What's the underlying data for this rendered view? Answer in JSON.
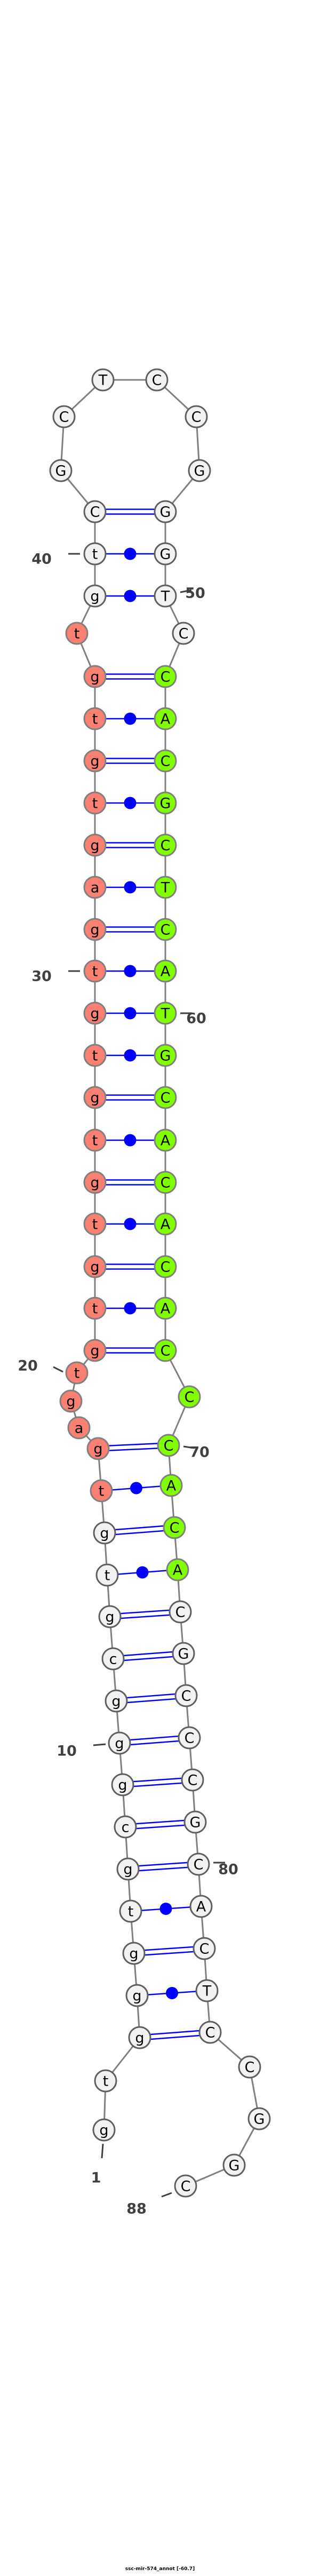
{
  "title": "ssc-mir-574_annot [-60.7]",
  "sequence": [
    "g",
    "t",
    "g",
    "g",
    "g",
    "t",
    "g",
    "c",
    "g",
    "g",
    "g",
    "c",
    "g",
    "t",
    "g",
    "t",
    "g",
    "a",
    "g",
    "t",
    "g",
    "t",
    "g",
    "t",
    "g",
    "t",
    "g",
    "t",
    "g",
    "t",
    "g",
    "a",
    "g",
    "t",
    "g",
    "t",
    "g",
    "t",
    "g",
    "t",
    "C",
    "G",
    "C",
    "T",
    "C",
    "C",
    "G",
    "G",
    "G",
    "T",
    "C",
    "C",
    "A",
    "C",
    "G",
    "C",
    "T",
    "C",
    "A",
    "T",
    "G",
    "C",
    "A",
    "C",
    "A",
    "C",
    "A",
    "C",
    "C",
    "C",
    "A",
    "C",
    "A",
    "C",
    "G",
    "C",
    "C",
    "C",
    "G",
    "C",
    "A",
    "C",
    "T",
    "C",
    "C",
    "G",
    "G",
    "C"
  ],
  "pairs": [
    [
      3,
      84
    ],
    [
      4,
      83
    ],
    [
      5,
      82
    ],
    [
      6,
      81
    ],
    [
      7,
      80
    ],
    [
      8,
      79
    ],
    [
      9,
      78
    ],
    [
      10,
      77
    ],
    [
      11,
      76
    ],
    [
      12,
      75
    ],
    [
      13,
      74
    ],
    [
      14,
      73
    ],
    [
      15,
      72
    ],
    [
      16,
      71
    ],
    [
      17,
      70
    ],
    [
      21,
      68
    ],
    [
      22,
      67
    ],
    [
      23,
      66
    ],
    [
      24,
      65
    ],
    [
      25,
      64
    ],
    [
      26,
      63
    ],
    [
      27,
      62
    ],
    [
      28,
      61
    ],
    [
      29,
      60
    ],
    [
      30,
      59
    ],
    [
      31,
      58
    ],
    [
      32,
      57
    ],
    [
      33,
      56
    ],
    [
      34,
      55
    ],
    [
      35,
      54
    ],
    [
      36,
      53
    ],
    [
      37,
      52
    ],
    [
      39,
      50
    ],
    [
      40,
      49
    ],
    [
      41,
      48
    ]
  ],
  "highlights": [
    {
      "from": 16,
      "to": 38,
      "color": "#fa8072"
    },
    {
      "from": 52,
      "to": 73,
      "color": "#7fff00"
    }
  ],
  "default_color": "#f2f2f2",
  "pair_color": "#0000ff",
  "backbone_color": "#808080",
  "position_labels": [
    {
      "index": 1,
      "text": "1"
    },
    {
      "index": 10,
      "text": "10"
    },
    {
      "index": 20,
      "text": "20"
    },
    {
      "index": 30,
      "text": "30"
    },
    {
      "index": 40,
      "text": "40"
    },
    {
      "index": 50,
      "text": "50"
    },
    {
      "index": 60,
      "text": "60"
    },
    {
      "index": 70,
      "text": "70"
    },
    {
      "index": 80,
      "text": "80"
    },
    {
      "index": 88,
      "text": "88"
    }
  ]
}
